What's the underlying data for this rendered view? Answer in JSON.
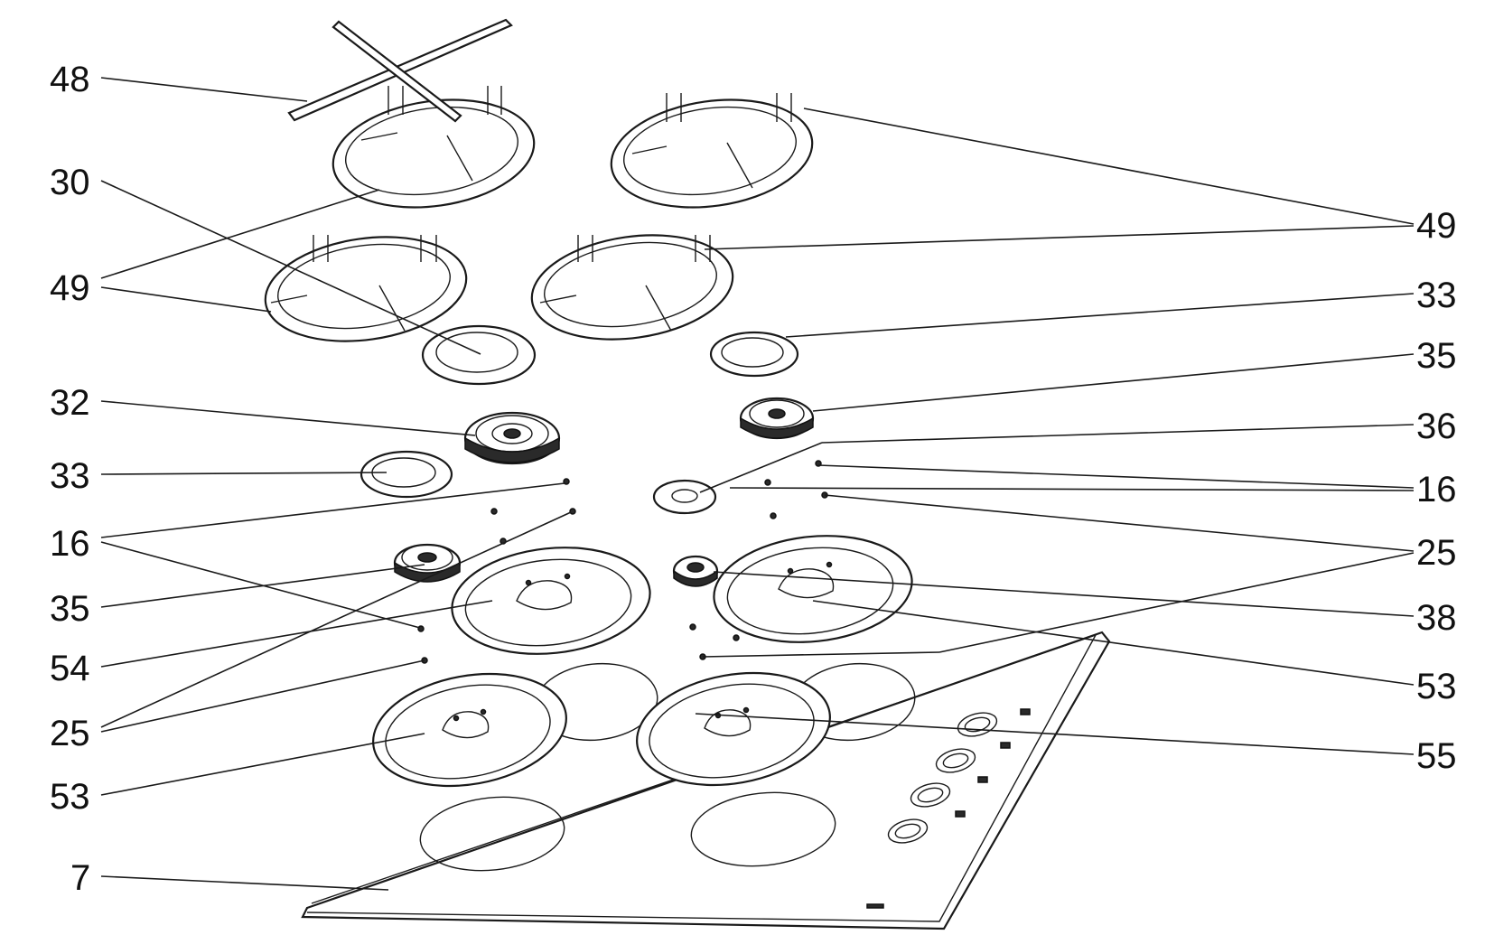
{
  "callouts": {
    "c48": "48",
    "c30": "30",
    "c49_left": "49",
    "c32": "32",
    "c33_left": "33",
    "c16_left": "16",
    "c35_left": "35",
    "c54": "54",
    "c25_left": "25",
    "c53_left": "53",
    "c7": "7",
    "c49_right": "49",
    "c33_right": "33",
    "c35_right": "35",
    "c36": "36",
    "c16_right": "16",
    "c25_right": "25",
    "c38": "38",
    "c53_right": "53",
    "c55": "55"
  }
}
